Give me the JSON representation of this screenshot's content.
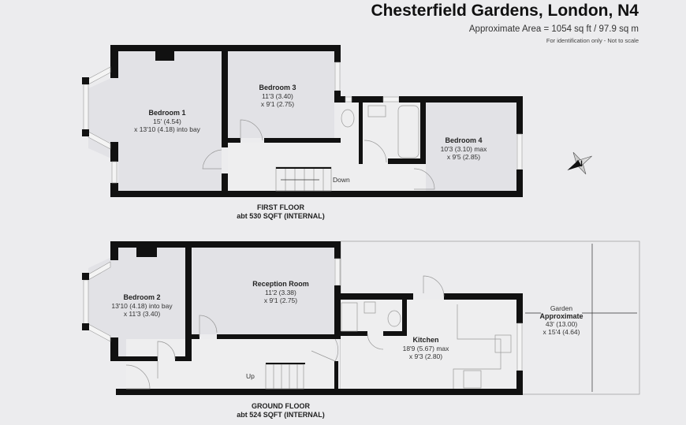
{
  "header": {
    "title": "Chesterfield Gardens, London, N4",
    "area": "Approximate Area = 1054 sq ft / 97.9 sq m",
    "note": "For identification only - Not to scale"
  },
  "first_floor": {
    "label": "FIRST FLOOR",
    "size": "abt 530 SQFT (INTERNAL)",
    "stairs_label": "Down",
    "rooms": [
      {
        "name": "Bedroom 1",
        "dim1": "15' (4.54)",
        "dim2": "x 13'10 (4.18) into bay"
      },
      {
        "name": "Bedroom 3",
        "dim1": "11'3 (3.40)",
        "dim2": "x 9'1 (2.75)"
      },
      {
        "name": "Bedroom 4",
        "dim1": "10'3 (3.10) max",
        "dim2": "x 9'5 (2.85)"
      }
    ]
  },
  "ground_floor": {
    "label": "GROUND FLOOR",
    "size": "abt 524 SQFT (INTERNAL)",
    "stairs_label": "Up",
    "rooms": [
      {
        "name": "Bedroom 2",
        "dim1": "13'10 (4.18) into bay",
        "dim2": "x 11'3 (3.40)"
      },
      {
        "name": "Reception Room",
        "dim1": "11'2 (3.38)",
        "dim2": "x 9'1 (2.75)"
      },
      {
        "name": "Kitchen",
        "dim1": "18'9 (5.67) max",
        "dim2": "x 9'3 (2.80)"
      }
    ],
    "garden": {
      "name": "Garden",
      "name2": "Approximate",
      "dim1": "43' (13.00)",
      "dim2": "x 15'4 (4.64)"
    }
  },
  "compass": {
    "label": "N",
    "icon": "compass-north-icon"
  }
}
